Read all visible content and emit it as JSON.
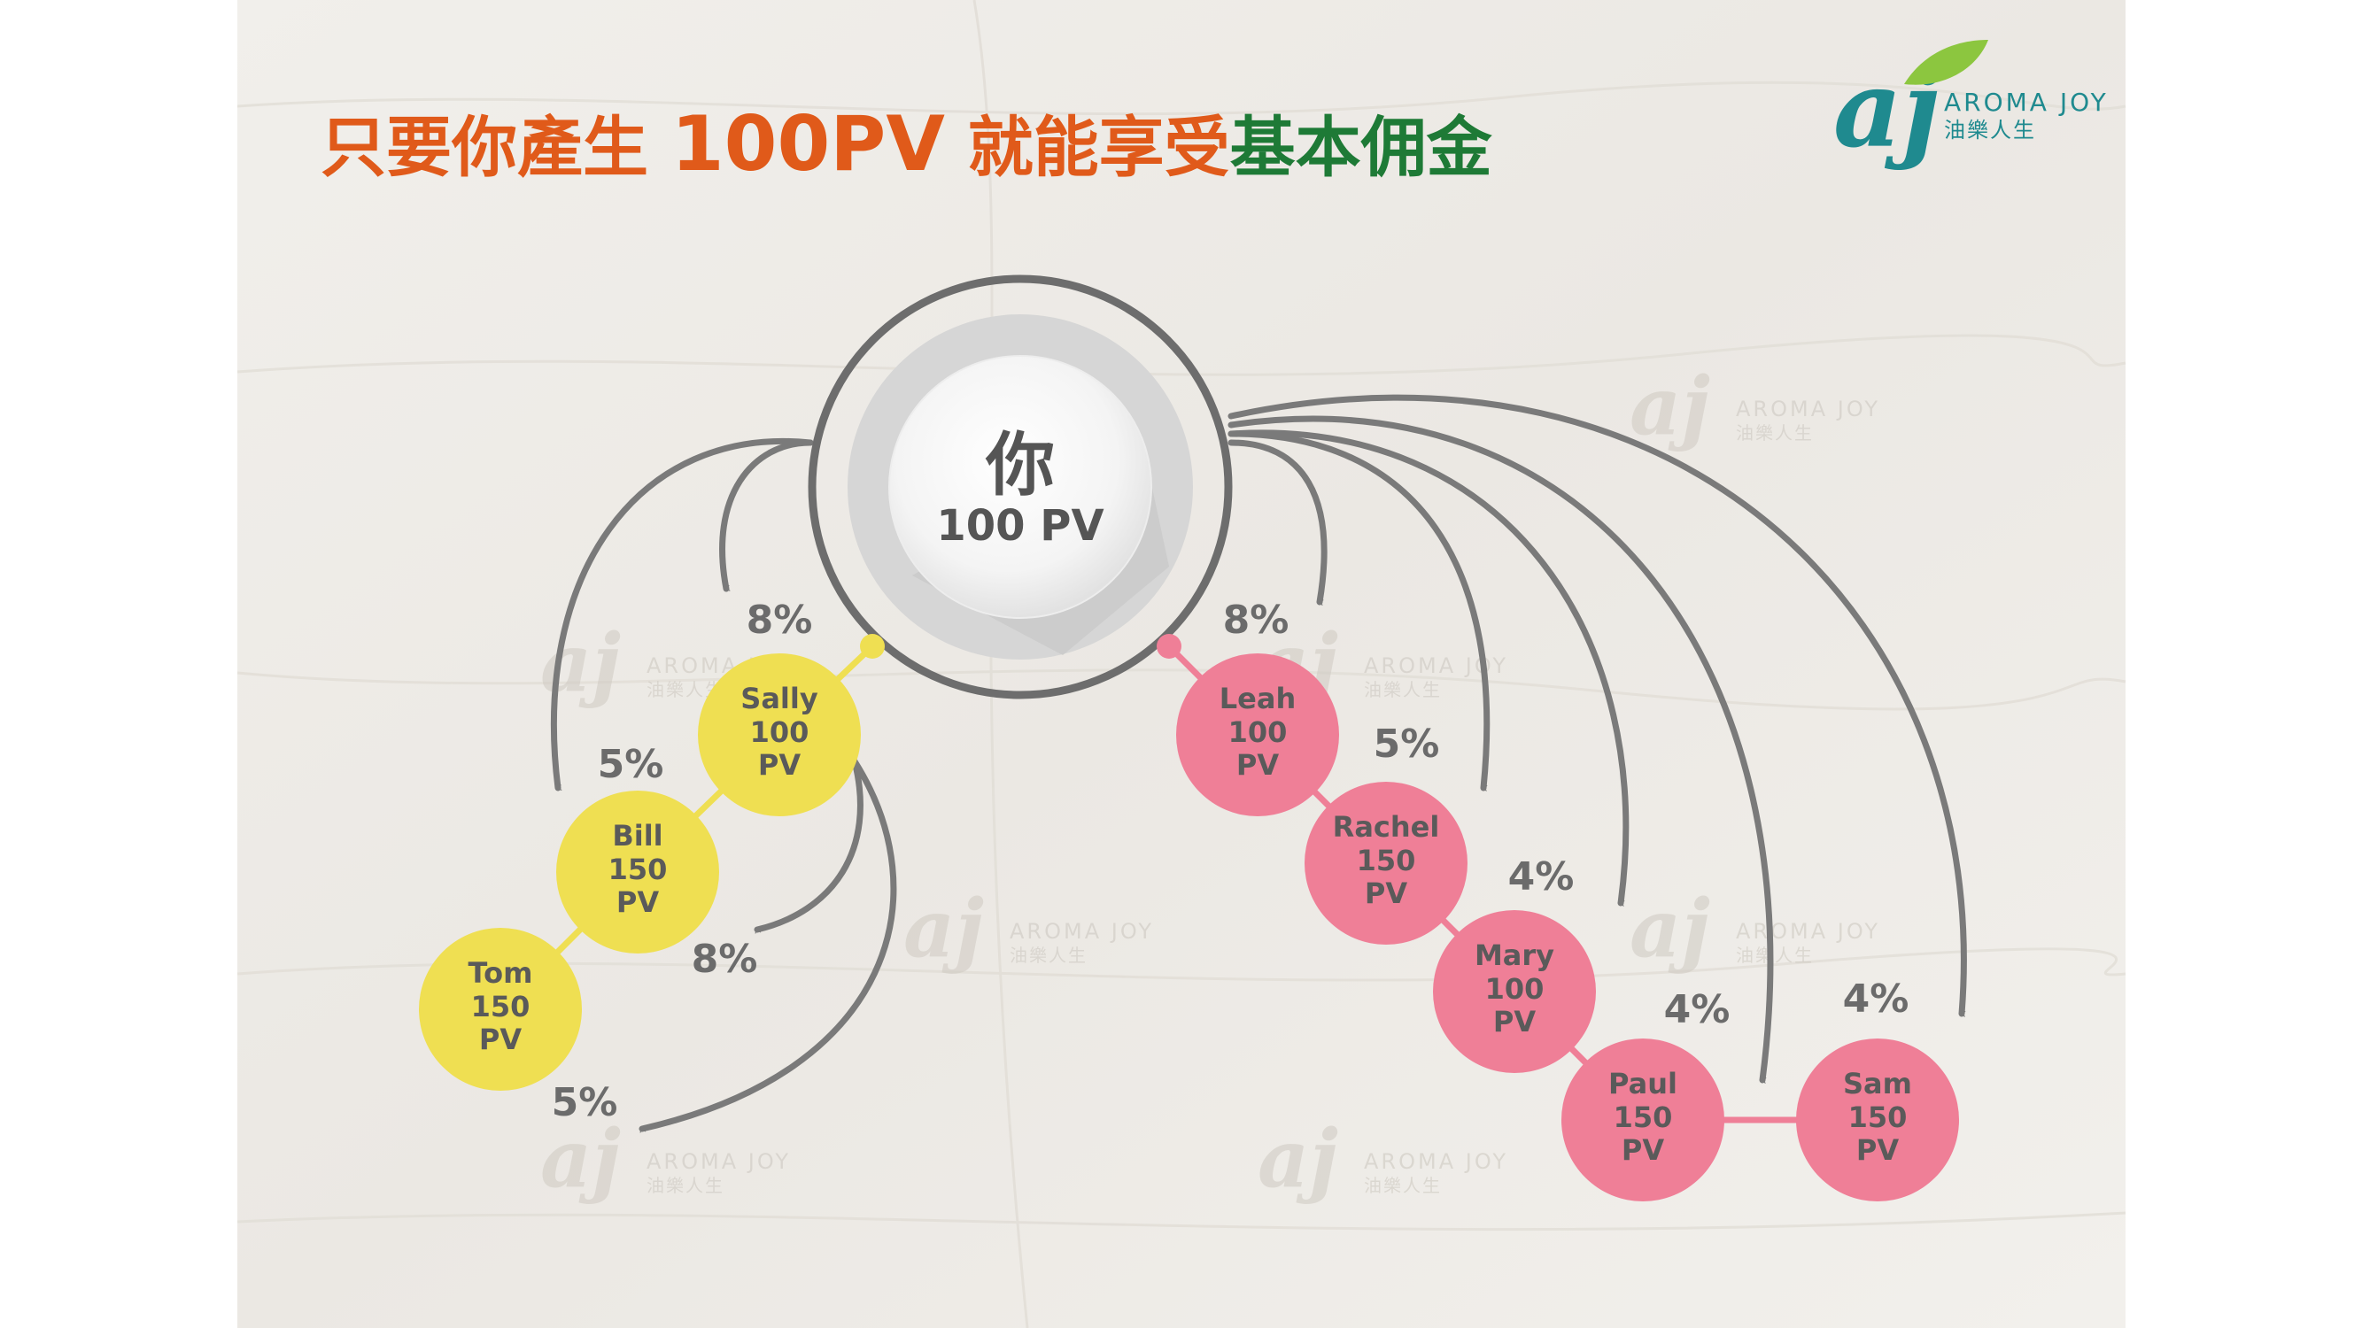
{
  "title": {
    "part1": "只要你產生 ",
    "part2": "100PV",
    "part3": " 就能享受",
    "part4": "基本佣金",
    "color_orange": "#e05a1a",
    "color_green": "#1e7a36"
  },
  "logo": {
    "mark": "aj",
    "line1": "AROMA JOY",
    "line2": "油樂人生",
    "icon": "leaf-icon"
  },
  "watermark": {
    "mark": "aj",
    "line1": "AROMA JOY",
    "line2": "油樂人生"
  },
  "center": {
    "name": "你",
    "pv": "100 PV"
  },
  "colors": {
    "yellow": "#efdf52",
    "pink": "#ef7f97",
    "arrow": "#7a7a7a",
    "pct": "#6b6b6b"
  },
  "left_tree": [
    {
      "name": "Sally",
      "pv": "100",
      "unit": "PV"
    },
    {
      "name": "Bill",
      "pv": "150",
      "unit": "PV"
    },
    {
      "name": "Tom",
      "pv": "150",
      "unit": "PV"
    }
  ],
  "right_tree": [
    {
      "name": "Leah",
      "pv": "100",
      "unit": "PV"
    },
    {
      "name": "Rachel",
      "pv": "150",
      "unit": "PV"
    },
    {
      "name": "Mary",
      "pv": "100",
      "unit": "PV"
    },
    {
      "name": "Paul",
      "pv": "150",
      "unit": "PV"
    },
    {
      "name": "Sam",
      "pv": "150",
      "unit": "PV"
    }
  ],
  "percentages": {
    "you_to_sally": "8%",
    "you_to_bill": "5%",
    "sally_to_bill": "8%",
    "sally_to_tom": "5%",
    "you_to_leah": "8%",
    "you_to_rachel": "5%",
    "you_to_mary": "4%",
    "you_to_paul": "4%",
    "you_to_sam": "4%"
  }
}
